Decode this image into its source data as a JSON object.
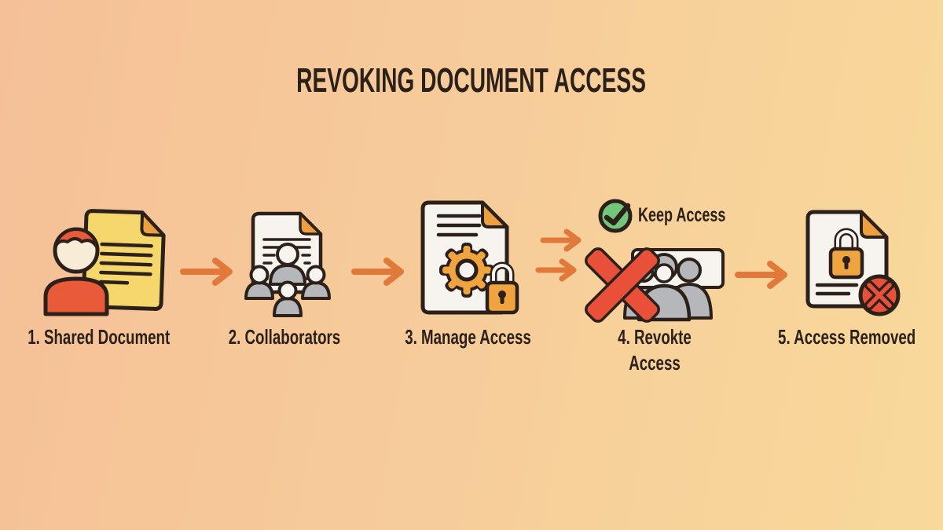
{
  "title": "REVOKING DOCUMENT ACCESS",
  "steps": [
    {
      "label": "1. Shared Document",
      "icon": "person-document-icon"
    },
    {
      "label": "2. Collaborators",
      "icon": "document-collaborators-icon"
    },
    {
      "label": "3. Manage Access",
      "icon": "document-gear-lock-icon"
    },
    {
      "label": "4. Revokte Access",
      "icon": "revoked-group-icon"
    },
    {
      "label": "5. Access Removed",
      "icon": "document-locked-denied-icon"
    }
  ],
  "branch": {
    "keep_label": "Keep Access",
    "keep_icon": "check-circle-icon"
  },
  "colors": {
    "bg_left": "#f5c098",
    "bg_right": "#f8d99b",
    "ink": "#2b211a",
    "arrow": "#e1793b",
    "doc_yellow": "#f6d76b",
    "doc_white": "#f7f4ef",
    "fold_orange": "#eea041",
    "accent_orange": "#f0a440",
    "person_red": "#e85a38",
    "skin": "#f9ecd7",
    "gray": "#b5b7ba",
    "green": "#72c77a",
    "red": "#e8503a"
  }
}
